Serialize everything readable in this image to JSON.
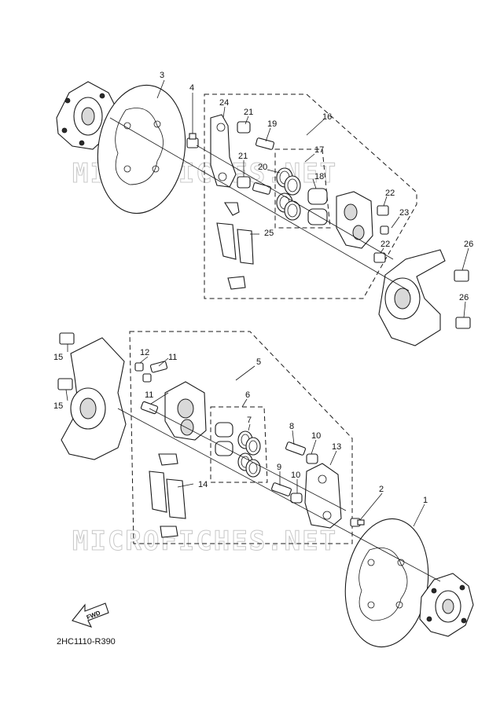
{
  "diagram": {
    "callouts": {
      "c1": "1",
      "c2": "2",
      "c3": "3",
      "c4": "4",
      "c5": "5",
      "c6": "6",
      "c7": "7",
      "c8": "8",
      "c9": "9",
      "c10a": "10",
      "c10b": "10",
      "c11a": "11",
      "c11b": "11",
      "c12": "12",
      "c13": "13",
      "c14": "14",
      "c15a": "15",
      "c15b": "15",
      "c16": "16",
      "c17": "17",
      "c18": "18",
      "c19": "19",
      "c20": "20",
      "c21a": "21",
      "c21b": "21",
      "c22a": "22",
      "c22b": "22",
      "c23": "23",
      "c24": "24",
      "c25": "25",
      "c26a": "26",
      "c26b": "26"
    },
    "watermark_top": "MICROFICHES.NET",
    "watermark_bottom": "MICROFICHES.NET",
    "fwd_label": "FWD",
    "drawing_code": "2HC1110-R390"
  }
}
